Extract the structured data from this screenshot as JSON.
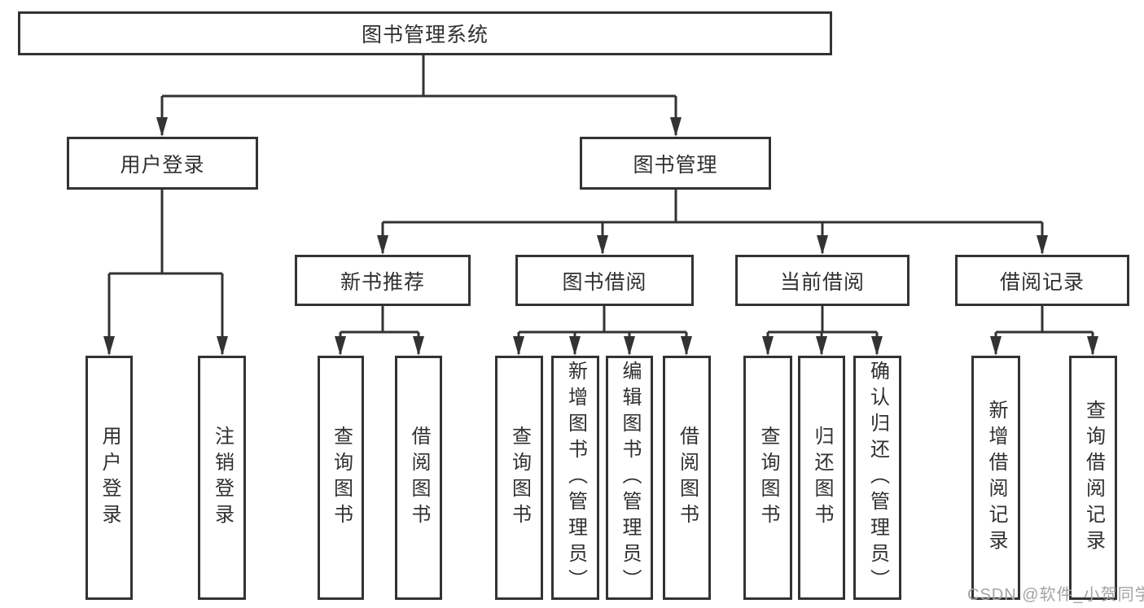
{
  "tree": {
    "root": {
      "label": "图书管理系统"
    },
    "branches": [
      {
        "label": "用户登录",
        "children": [
          {
            "label": "用户登录"
          },
          {
            "label": "注销登录"
          }
        ]
      },
      {
        "label": "图书管理",
        "children": [
          {
            "label": "新书推荐",
            "children": [
              {
                "label": "查询图书"
              },
              {
                "label": "借阅图书"
              }
            ]
          },
          {
            "label": "图书借阅",
            "children": [
              {
                "label": "查询图书"
              },
              {
                "label": "新增图书（管理员）"
              },
              {
                "label": "编辑图书（管理员）"
              },
              {
                "label": "借阅图书"
              }
            ]
          },
          {
            "label": "当前借阅",
            "children": [
              {
                "label": "查询图书"
              },
              {
                "label": "归还图书"
              },
              {
                "label": "确认归还（管理员）"
              }
            ]
          },
          {
            "label": "借阅记录",
            "children": [
              {
                "label": "新增借阅记录"
              },
              {
                "label": "查询借阅记录"
              }
            ]
          }
        ]
      }
    ]
  },
  "watermark": {
    "text": "CSDN @软件_小贺同学"
  },
  "colors": {
    "line": "#333333",
    "text": "#303030",
    "watermark": "#a3a3a3",
    "background": "#ffffff"
  }
}
